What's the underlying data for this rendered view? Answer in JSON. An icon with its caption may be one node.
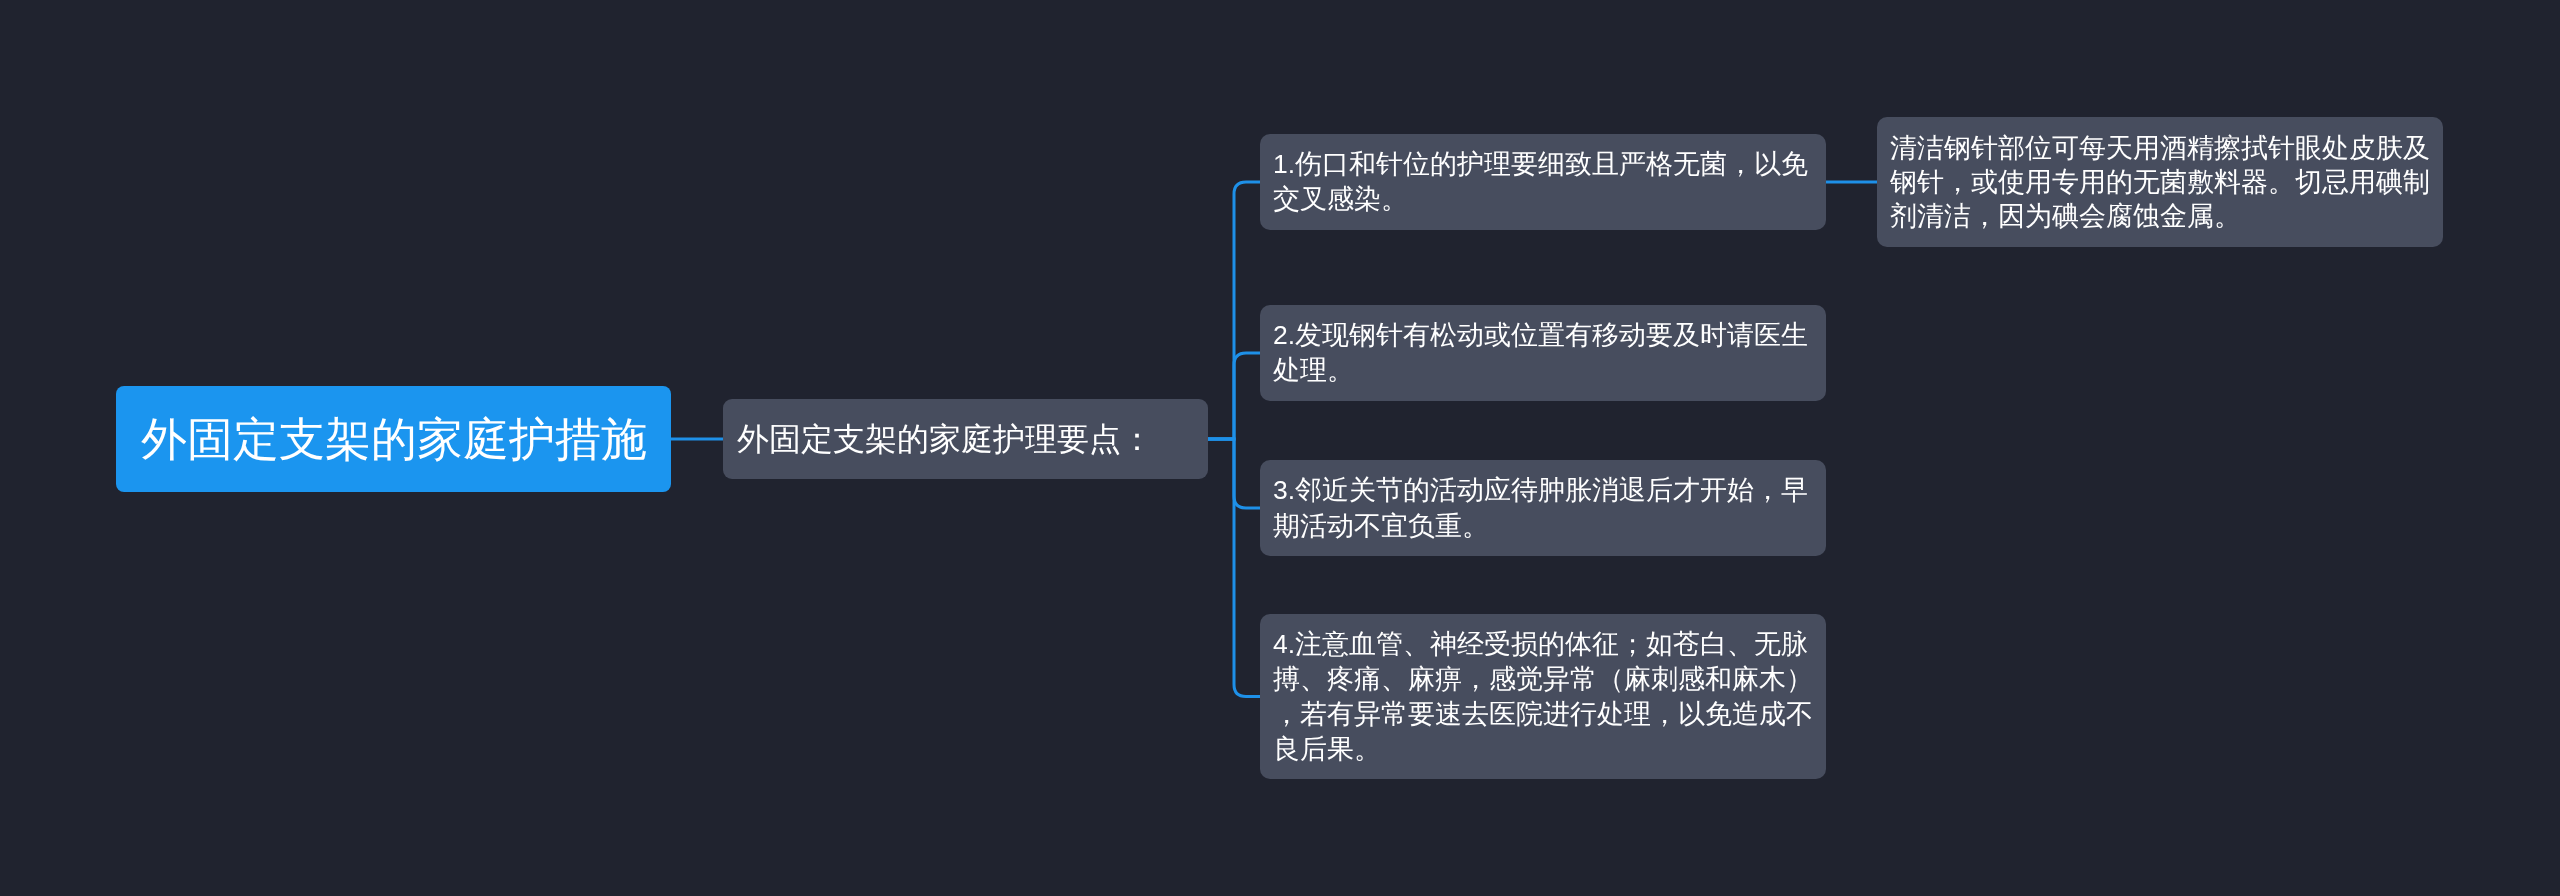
{
  "diagram": {
    "nodes": [
      {
        "text": [
          "外固定支架的家庭护措施"
        ]
      },
      {
        "text": [
          "外固定支架的家庭护理要点："
        ]
      },
      {
        "text": [
          "1.伤口和针位的护理要细致且严格无菌，以免交叉感染。"
        ]
      },
      {
        "text": [
          "清洁钢针部位可每天用酒精擦拭针眼处皮肤及钢针，或使用专用的无菌敷料器。切忌用碘制剂清洁，因为碘会腐蚀金属。"
        ]
      },
      {
        "text": [
          "2.发现钢针有松动或位置有移动要及时请医生处理。"
        ]
      },
      {
        "text": [
          "3.邻近关节的活动应待肿胀消退后才开始，早期活动不宜负重。"
        ]
      },
      {
        "text": [
          "4.注意血管、神经受损的体征；如苍白、无脉搏、疼痛、麻痹，感觉异常（麻刺感和麻木），若有异常要速去医院进行处理，以免造成不良后果。"
        ]
      }
    ],
    "edges": [
      {
        "from": 0,
        "to": 1,
        "arrow": "none"
      },
      {
        "from": 1,
        "to": 2,
        "arrow": "none"
      },
      {
        "from": 2,
        "to": 3,
        "arrow": "none"
      },
      {
        "from": 1,
        "to": 4,
        "arrow": "none"
      },
      {
        "from": 1,
        "to": 5,
        "arrow": "none"
      },
      {
        "from": 1,
        "to": 6,
        "arrow": "none"
      }
    ]
  }
}
